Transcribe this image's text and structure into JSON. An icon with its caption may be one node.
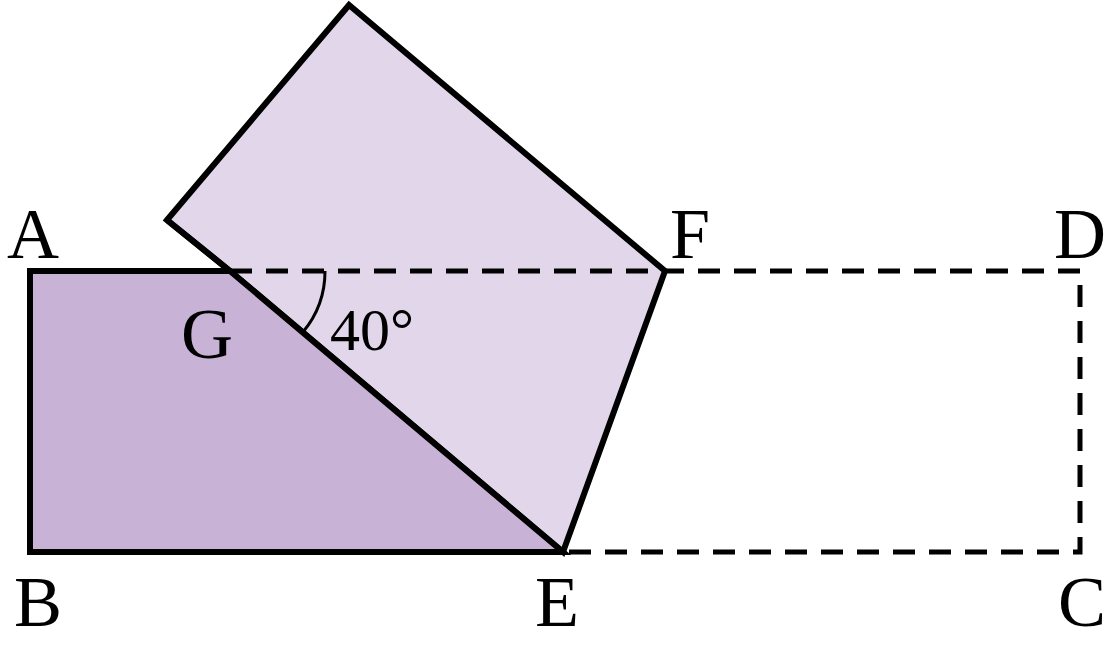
{
  "diagram": {
    "labels": [
      "A",
      "F",
      "D",
      "G",
      "40°",
      "B",
      "E",
      "C"
    ]
  }
}
